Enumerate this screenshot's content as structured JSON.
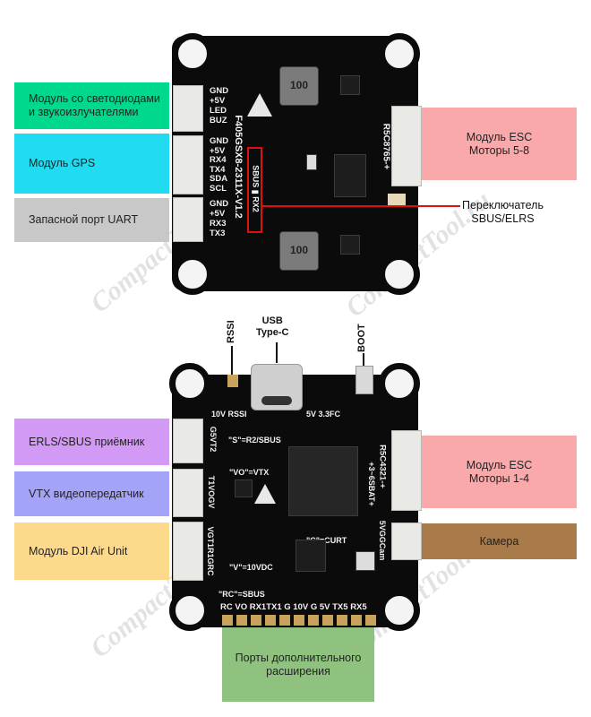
{
  "top_board": {
    "model": "F405GSX8-2311X-V1.2",
    "silk_left_1": [
      "GND",
      "+5V",
      "LED",
      "BUZ"
    ],
    "silk_left_2": [
      "GND",
      "+5V",
      "RX4",
      "TX4",
      "SDA",
      "SCL"
    ],
    "silk_left_3": [
      "GND",
      "+5V",
      "RX3",
      "TX3"
    ],
    "switch_silk": "SBUS ▮ RX2",
    "esc_silk": "R5C8765-+",
    "inductor_text": "100"
  },
  "bottom_board": {
    "pins_top_row": "10V RSSI",
    "pins_top_right": "5V 3.3FC",
    "s_note": "\"S\"=R2/SBUS",
    "vo_note": "\"VO\"=VTX",
    "c_note": "\"C\"=CURT",
    "v_note": "\"V\"=10VDC",
    "rc_note": "\"RC\"=SBUS",
    "left_silk_1": "G5VT2",
    "left_silk_2": "T1VOGV",
    "left_silk_3": "VGT1R1GRC",
    "right_silk_1": "R5C4321-+",
    "right_silk_2": "+3~6SBAT+",
    "right_silk_3": "5VGGCam",
    "bottom_row": "RC VO RX1TX1 G 10V G 5V TX5 RX5"
  },
  "labels": {
    "led_buzzer": "Модуль со светодиодами и звукоизлучателями",
    "gps": "Модуль GPS",
    "uart": "Запасной порт UART",
    "esc_top": "Модуль ESC\nМоторы 5-8",
    "switch": "Переключатель\nSBUS/ELRS",
    "rssi": "RSSI",
    "usb": "USB\nType-C",
    "boot": "BOOT",
    "elrs": "ERLS/SBUS приёмник",
    "vtx": "VTX видеопередатчик",
    "dji": "Модуль DJI Air Unit",
    "esc_bottom": "Модуль ESC\nМоторы 1-4",
    "camera": "Камера",
    "expansion": "Порты дополнительного\nрасширения"
  },
  "watermark": "CompactTool.ru",
  "colors": {
    "green": "#00d98c",
    "cyan": "#21dbf0",
    "gray": "#c8c8c8",
    "pink": "#f9a9a9",
    "lavender": "#d39af5",
    "blue": "#a3a3f7",
    "yellow": "#fdd98c",
    "brown": "#a97a4a",
    "olive": "#8fc27f",
    "red": "#e01010"
  }
}
